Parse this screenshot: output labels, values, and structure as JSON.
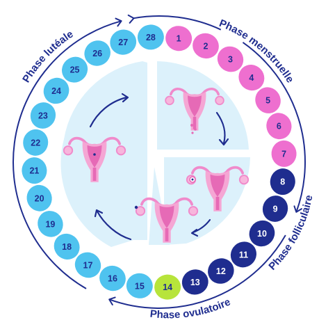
{
  "colors": {
    "navy": "#1f2d8f",
    "menstrual": "#ee6fcf",
    "follicular": "#1f2d8f",
    "ovulation": "#b7e43b",
    "luteal": "#4fc3ef",
    "panel": "#dcf1fb",
    "uterus": "#f5a6d4",
    "uterus_dark": "#e66ab6"
  },
  "phases": {
    "menstrual": "Phase menstruelle",
    "follicular": "Phase folliculaire",
    "ovulation": "Phase ovulatoire",
    "luteal": "Phase lutéale"
  },
  "days": [
    {
      "n": "1",
      "phase": "menstrual"
    },
    {
      "n": "2",
      "phase": "menstrual"
    },
    {
      "n": "3",
      "phase": "menstrual"
    },
    {
      "n": "4",
      "phase": "menstrual"
    },
    {
      "n": "5",
      "phase": "menstrual"
    },
    {
      "n": "6",
      "phase": "menstrual"
    },
    {
      "n": "7",
      "phase": "menstrual"
    },
    {
      "n": "8",
      "phase": "follicular"
    },
    {
      "n": "9",
      "phase": "follicular"
    },
    {
      "n": "10",
      "phase": "follicular"
    },
    {
      "n": "11",
      "phase": "follicular"
    },
    {
      "n": "12",
      "phase": "follicular"
    },
    {
      "n": "13",
      "phase": "follicular"
    },
    {
      "n": "14",
      "phase": "ovulation"
    },
    {
      "n": "15",
      "phase": "luteal"
    },
    {
      "n": "16",
      "phase": "luteal"
    },
    {
      "n": "17",
      "phase": "luteal"
    },
    {
      "n": "18",
      "phase": "luteal"
    },
    {
      "n": "19",
      "phase": "luteal"
    },
    {
      "n": "20",
      "phase": "luteal"
    },
    {
      "n": "21",
      "phase": "luteal"
    },
    {
      "n": "22",
      "phase": "luteal"
    },
    {
      "n": "23",
      "phase": "luteal"
    },
    {
      "n": "24",
      "phase": "luteal"
    },
    {
      "n": "25",
      "phase": "luteal"
    },
    {
      "n": "26",
      "phase": "luteal"
    },
    {
      "n": "27",
      "phase": "luteal"
    },
    {
      "n": "28",
      "phase": "luteal"
    }
  ],
  "icons": {
    "uterus": "uterus-icon",
    "arrow": "curved-arrow-icon"
  }
}
